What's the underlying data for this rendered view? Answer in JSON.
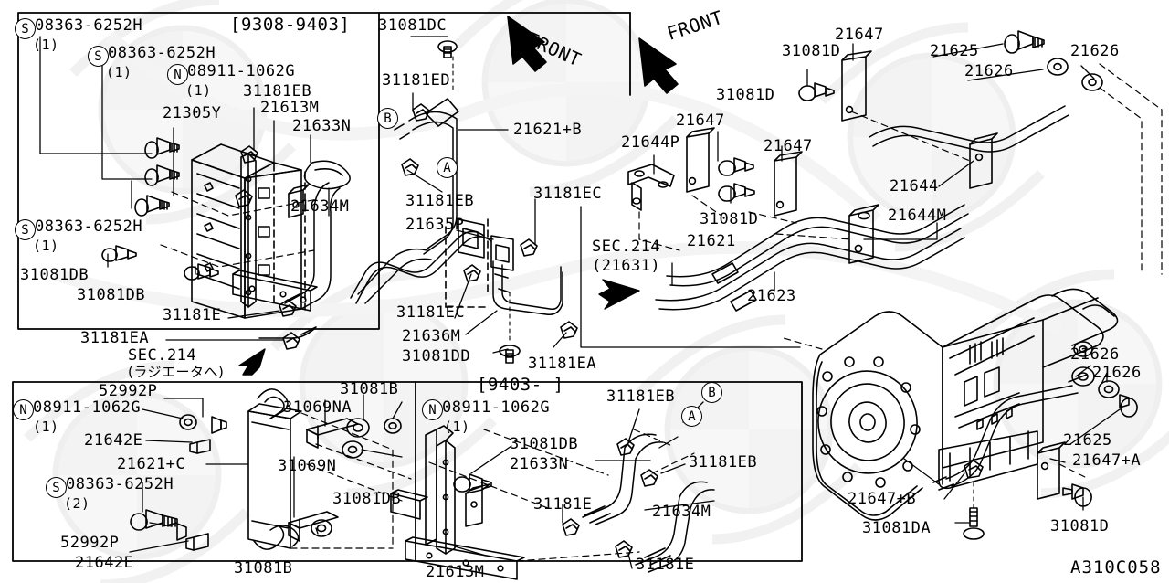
{
  "diagram": {
    "code": "A310C058",
    "front_arrow_label": "FRONT"
  },
  "panels": {
    "top_left": {
      "date_range": "[9308-9403]"
    },
    "bottom_left": {
      "date_range": "[9403-        ]"
    }
  },
  "markers": {
    "s": "S",
    "n": "N",
    "a": "A",
    "b": "B"
  },
  "sections": {
    "radiator": {
      "sec": "SEC.214",
      "note": "(ラジエータへ)",
      "part": "31181EA"
    },
    "cooler": {
      "sec": "SEC.214",
      "part": "(21631)"
    }
  },
  "labels": {
    "l1": "08363-6252H",
    "l1q": "(1)",
    "l2": "08363-6252H",
    "l2q": "(1)",
    "l3": "08911-1062G",
    "l3q": "(1)",
    "l4": "31181EB",
    "l5": "21305Y",
    "l6": "21613M",
    "l7": "21633N",
    "l8": "21634M",
    "l9": "08363-6252H",
    "l9q": "(1)",
    "l10": "31081DB",
    "l11": "31081DB",
    "l12": "31181E",
    "l13": "31181EA",
    "l14": "31081DC",
    "l15": "31181ED",
    "l16": "21621+B",
    "l17": "31181EB",
    "l18": "21635P",
    "l19": "31181EC",
    "l20": "31181EC",
    "l21": "21636M",
    "l22": "31081DD",
    "l23": "31181EA",
    "l24": "31181EC",
    "l25": "21644P",
    "l26": "21647",
    "l27": "31081D",
    "l28": "21647",
    "l29": "31081D",
    "l30": "21647",
    "l31": "31081D",
    "l32": "21644",
    "l33": "21644M",
    "l34": "21621",
    "l35": "21623",
    "l36": "21625",
    "l37": "21626",
    "l38": "21626",
    "l39": "21626",
    "l40": "21626",
    "l41": "21625",
    "l42": "21647+A",
    "l43": "21647+B",
    "l44": "31081DA",
    "l45": "31081D",
    "b1": "08911-1062G",
    "b1q": "(1)",
    "b2": "52992P",
    "b3": "21642E",
    "b4": "21621+C",
    "b5": "08363-6252H",
    "b5q": "(2)",
    "b6": "52992P",
    "b7": "21642E",
    "b8": "31069NA",
    "b9": "31069N",
    "b10": "31081B",
    "b11": "31081B",
    "b12": "31081DB",
    "b13": "31081DB",
    "b14": "08911-1062G",
    "b14q": "(1)",
    "b15": "21633N",
    "b16": "31181E",
    "b17": "21613M",
    "b18": "31181EB",
    "b19": "31181EB",
    "b20": "21634M",
    "b21": "31181E"
  }
}
